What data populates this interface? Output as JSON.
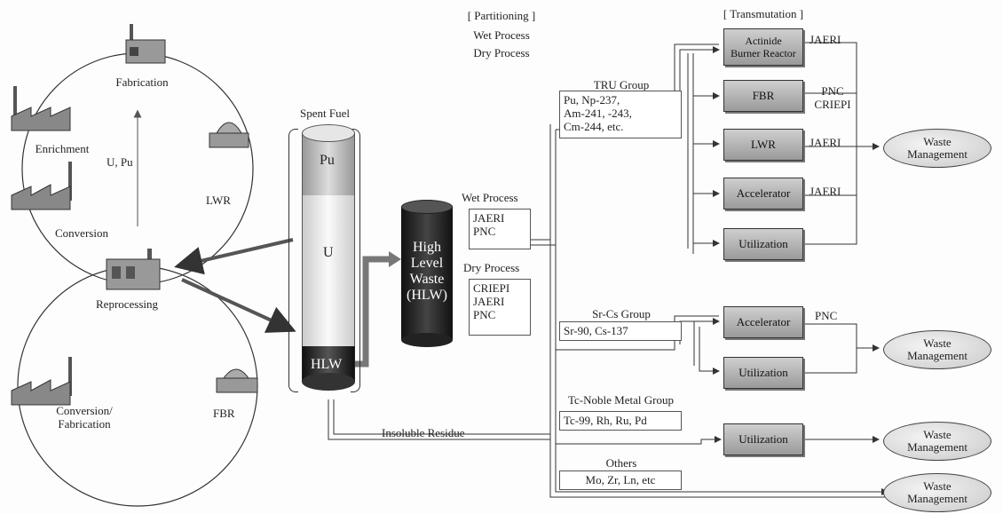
{
  "fuel_cycle": {
    "fabrication": "Fabrication",
    "enrichment": "Enrichment",
    "u_pu": "U, Pu",
    "lwr": "LWR",
    "conversion": "Conversion",
    "reprocessing": "Reprocessing",
    "conversion_fabrication": "Conversion/\nFabrication",
    "fbr": "FBR"
  },
  "spent_fuel": {
    "title": "Spent Fuel",
    "pu": "Pu",
    "u": "U",
    "hlw": "HLW"
  },
  "hlw_cylinder": {
    "label": "High\nLevel\nWaste\n(HLW)"
  },
  "partitioning": {
    "heading": "[ Partitioning ]",
    "wet": "Wet Process",
    "dry": "Dry Process"
  },
  "wet_process": {
    "label": "Wet Process",
    "orgs": "JAERI\nPNC"
  },
  "dry_process": {
    "label": "Dry Process",
    "orgs": "CRIEPI\nJAERI\nPNC"
  },
  "insoluble_residue": "Insoluble Residue",
  "groups": {
    "tru": {
      "title": "TRU Group",
      "members": "Pu, Np-237,\nAm-241, -243,\nCm-244, etc."
    },
    "srcs": {
      "title": "Sr-Cs Group",
      "members": "Sr-90, Cs-137"
    },
    "tc": {
      "title": "Tc-Noble Metal Group",
      "members": "Tc-99, Rh, Ru, Pd"
    },
    "others": {
      "title": "Others",
      "members": "Mo, Zr, Ln, etc"
    }
  },
  "transmutation": {
    "heading": "[ Transmutation ]",
    "tru_boxes": [
      {
        "label": "Actinide\nBurner Reactor",
        "org": "JAERI"
      },
      {
        "label": "FBR",
        "org": "PNC\nCRIEPI"
      },
      {
        "label": "LWR",
        "org": "JAERI"
      },
      {
        "label": "Accelerator",
        "org": "JAERI"
      },
      {
        "label": "Utilization",
        "org": ""
      }
    ],
    "srcs_boxes": [
      {
        "label": "Accelerator",
        "org": "PNC"
      },
      {
        "label": "Utilization",
        "org": ""
      }
    ],
    "tc_box": {
      "label": "Utilization"
    }
  },
  "waste_management": "Waste\nManagement",
  "colors": {
    "box_fill": "#b3b3b3",
    "cylinder_dark": "#2a2a2a",
    "line": "#333333"
  }
}
